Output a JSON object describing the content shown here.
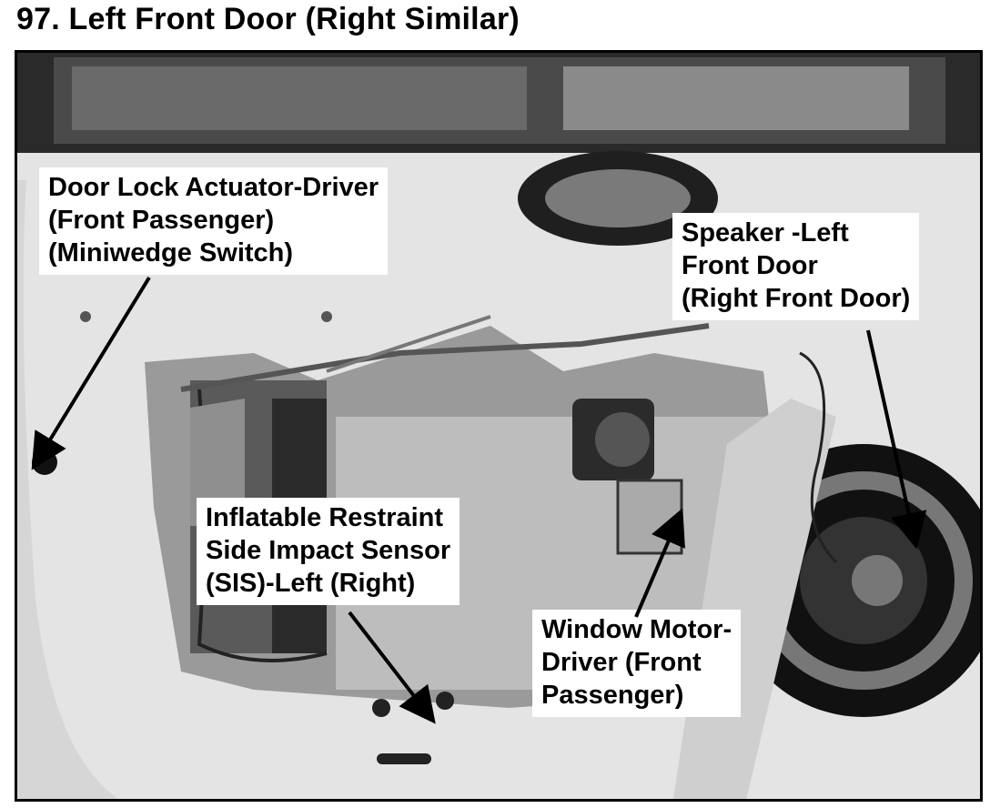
{
  "title": "97. Left Front Door (Right Similar)",
  "callouts": {
    "door_lock": {
      "lines": [
        "Door Lock Actuator-Driver",
        "(Front Passenger)",
        "(Miniwedge Switch)"
      ]
    },
    "speaker": {
      "lines": [
        "Speaker -Left",
        "Front Door",
        "(Right Front Door)"
      ]
    },
    "sis": {
      "lines": [
        "Inflatable Restraint",
        "Side Impact Sensor",
        "(SIS)-Left (Right)"
      ]
    },
    "window_motor": {
      "lines": [
        "Window Motor-",
        "Driver (Front",
        "Passenger)"
      ]
    }
  },
  "colors": {
    "frame": "#000000",
    "label_bg": "#ffffff",
    "door_panel": "#e6e6e6",
    "dark": "#1a1a1a"
  }
}
